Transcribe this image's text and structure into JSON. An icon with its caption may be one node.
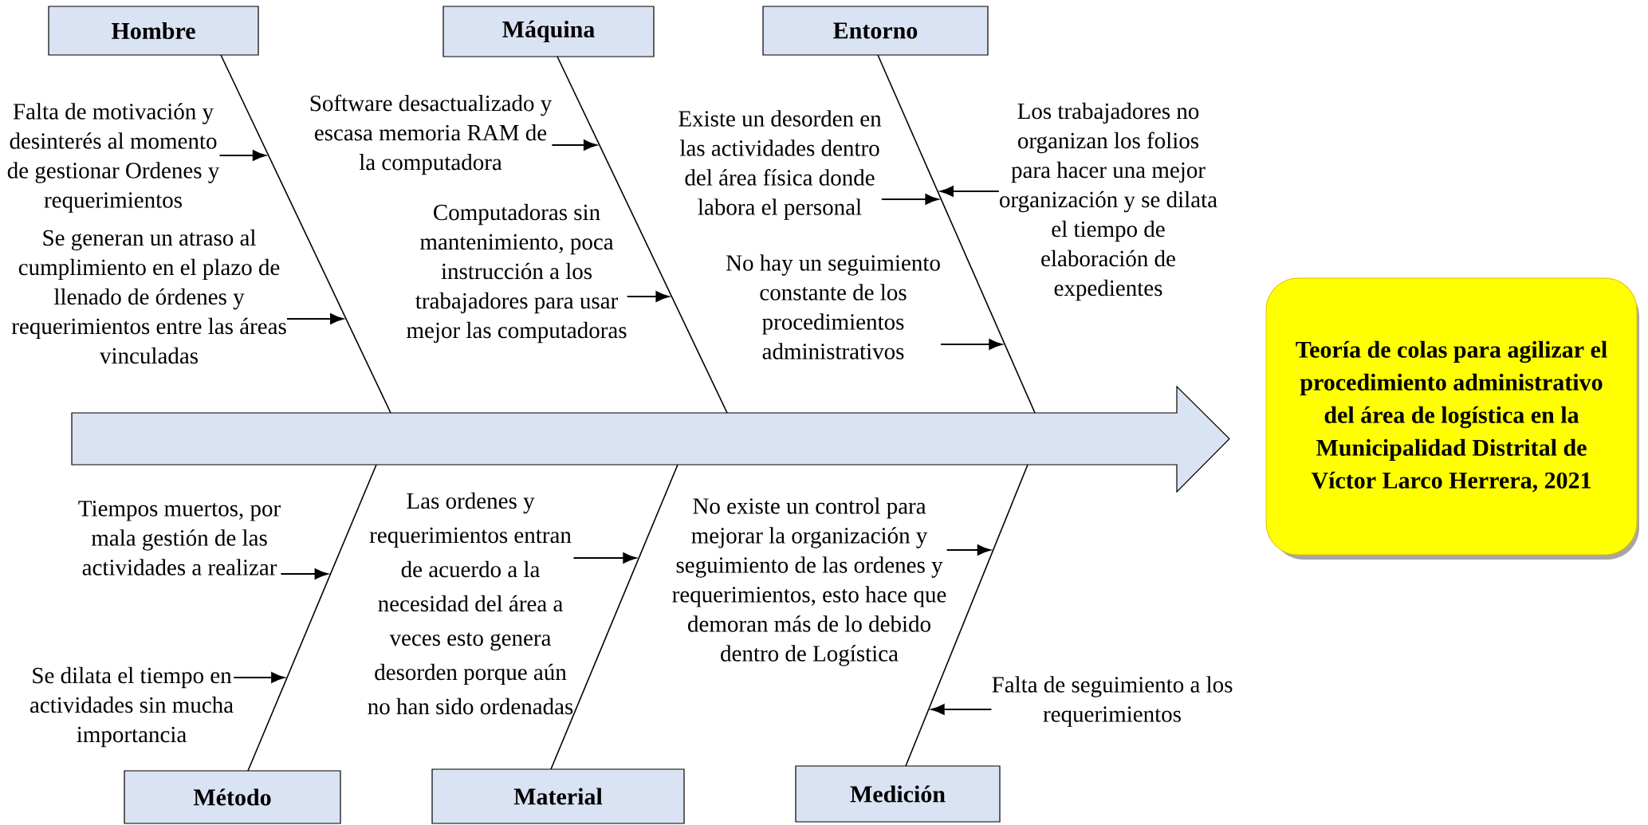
{
  "diagram": {
    "nodes": [
      {
        "text": [
          "Hombre"
        ]
      },
      {
        "text": [
          "Máquina"
        ]
      },
      {
        "text": [
          "Entorno"
        ]
      },
      {
        "text": [
          "Método"
        ]
      },
      {
        "text": [
          "Material"
        ]
      },
      {
        "text": [
          "Medición"
        ]
      },
      {
        "text": [],
        "shape": "arrow"
      },
      {
        "text": [
          "Teoría de colas para agilizar el procedimiento administrativo del área de logística en la Municipalidad Distrital de Víctor Larco Herrera, 2021"
        ]
      },
      {
        "text": [
          "Falta de motivación y desinterés al momento de gestionar Ordenes y requerimientos"
        ]
      },
      {
        "text": [
          "Se generan un atraso al cumplimiento en el plazo de llenado de órdenes y requerimientos entre las áreas vinculadas"
        ]
      },
      {
        "text": [
          "Software desactualizado y escasa memoria RAM de la computadora"
        ]
      },
      {
        "text": [
          "Computadoras sin mantenimiento, poca instrucción a los trabajadores para usar mejor las computadoras"
        ]
      },
      {
        "text": [
          "Existe un desorden en las actividades dentro del área física donde labora el personal"
        ]
      },
      {
        "text": [
          "Los trabajadores no organizan los folios para hacer una mejor organización y se dilata el tiempo de elaboración de expedientes"
        ]
      },
      {
        "text": [
          "No hay un seguimiento constante de los procedimientos administrativos"
        ]
      },
      {
        "text": [
          "Tiempos muertos, por mala gestión de las actividades a realizar"
        ]
      },
      {
        "text": [
          "Se dilata el tiempo en actividades sin mucha importancia"
        ]
      },
      {
        "text": [
          "Las ordenes y requerimientos entran de acuerdo a la necesidad del área a veces esto genera desorden porque aún no han sido ordenadas"
        ]
      },
      {
        "text": [
          "No existe un control para mejorar la organización y seguimiento de las ordenes y requerimientos, esto hace que demoran más de lo debido dentro de Logística"
        ]
      },
      {
        "text": [
          "Falta de seguimiento a los requerimientos"
        ]
      }
    ],
    "edges": [
      {
        "from": 0,
        "to": 6,
        "arrow": "none"
      },
      {
        "from": 1,
        "to": 6,
        "arrow": "none"
      },
      {
        "from": 2,
        "to": 6,
        "arrow": "none"
      },
      {
        "from": 3,
        "to": 6,
        "arrow": "none"
      },
      {
        "from": 4,
        "to": 6,
        "arrow": "none"
      },
      {
        "from": 5,
        "to": 6,
        "arrow": "none"
      },
      {
        "from": 8,
        "to": null,
        "arrow": "to"
      },
      {
        "from": 9,
        "to": null,
        "arrow": "to"
      },
      {
        "from": 10,
        "to": null,
        "arrow": "to"
      },
      {
        "from": 11,
        "to": null,
        "arrow": "to"
      },
      {
        "from": 12,
        "to": null,
        "arrow": "to"
      },
      {
        "from": 13,
        "to": null,
        "arrow": "to"
      },
      {
        "from": 14,
        "to": null,
        "arrow": "to"
      },
      {
        "from": 15,
        "to": null,
        "arrow": "to"
      },
      {
        "from": 16,
        "to": null,
        "arrow": "to"
      },
      {
        "from": 17,
        "to": null,
        "arrow": "to"
      },
      {
        "from": 18,
        "to": null,
        "arrow": "to"
      },
      {
        "from": 19,
        "to": null,
        "arrow": "to"
      }
    ]
  }
}
